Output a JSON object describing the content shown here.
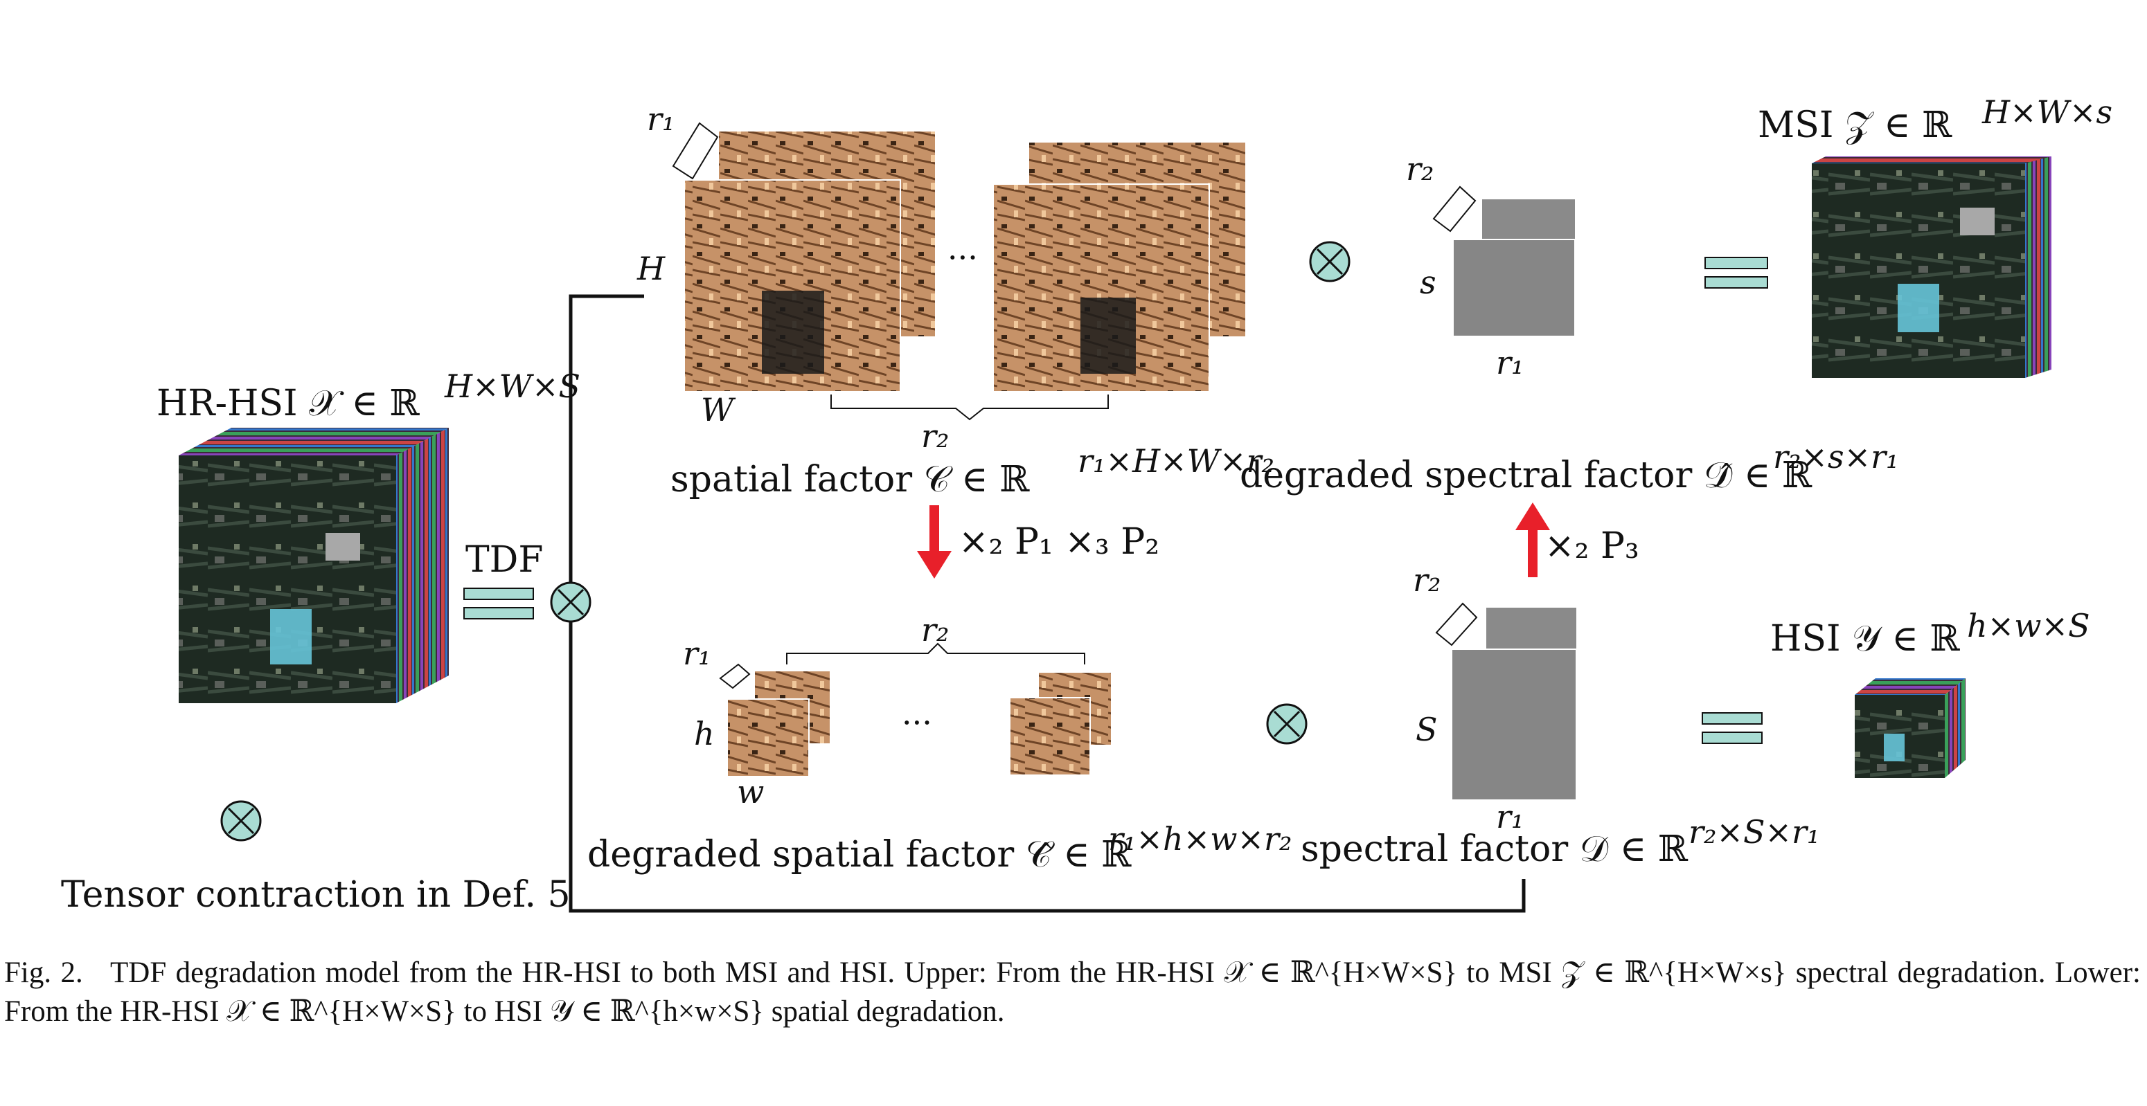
{
  "figure": {
    "hr_hsi_label": "HR-HSI 𝒳 ∈ ℝ",
    "hr_hsi_sup": "H×W×S",
    "msi_label": "MSI 𝒵 ∈ ℝ",
    "msi_sup": "H×W×s",
    "hsi_label": "HSI 𝒴 ∈ ℝ",
    "hsi_sup": "h×w×S",
    "tdf_label": "TDF",
    "spatial_factor_label": "spatial factor 𝒞 ∈ ℝ",
    "spatial_factor_sup": "r₁×H×W×r₂",
    "degraded_spectral_label": "degraded spectral factor 𝒟̂ ∈ ℝ",
    "degraded_spectral_sup": "r₂×s×r₁",
    "degraded_spatial_label": "degraded spatial factor 𝒞̂ ∈ ℝ",
    "degraded_spatial_sup": "r₁×h×w×r₂",
    "spectral_factor_label": "spectral factor 𝒟 ∈ ℝ",
    "spectral_factor_sup": "r₂×S×r₁",
    "down_arrow_label": "×₂ P₁ ×₃ P₂",
    "up_arrow_label": "×₂ P₃",
    "legend_label": "Tensor contraction in Def. 5",
    "dim_H": "H",
    "dim_W": "W",
    "dim_h": "h",
    "dim_w": "w",
    "dim_r1": "r₁",
    "dim_r2": "r₂",
    "dim_s": "s",
    "dim_S": "S",
    "ellipsis": "···",
    "colors": {
      "operator_fill": "#a9dcd3",
      "arrow_red": "#e8202a",
      "factor_gray": "#8a8a8a",
      "sepia": "#c08a5c"
    }
  },
  "caption": {
    "prefix": "Fig. 2.",
    "text": "TDF degradation model from the HR-HSI to both MSI and HSI. Upper: From the HR-HSI 𝒳 ∈ ℝ^{H×W×S} to MSI 𝒵 ∈ ℝ^{H×W×s} spectral degradation. Lower: From the HR-HSI 𝒳 ∈ ℝ^{H×W×S} to HSI 𝒴 ∈ ℝ^{h×w×S} spatial degradation."
  }
}
